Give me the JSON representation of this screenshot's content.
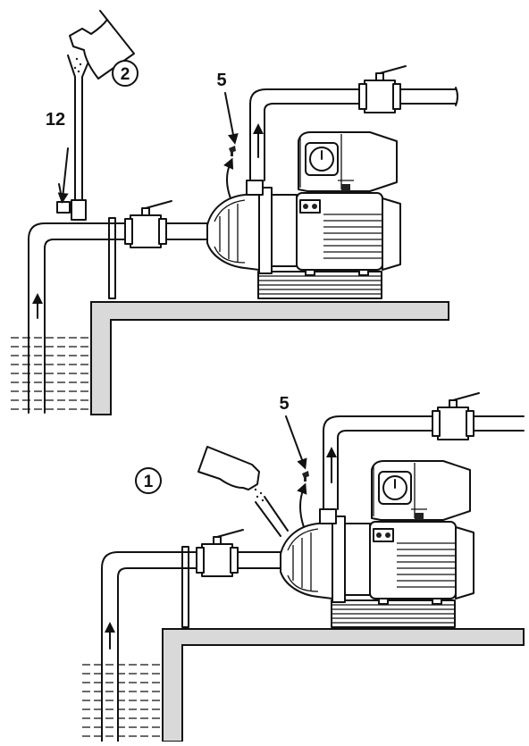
{
  "labels": {
    "step_top": "2",
    "step_bottom": "1",
    "vent_top": "5",
    "vent_bottom": "5",
    "valve_top": "12"
  },
  "colors": {
    "ink": "#111111",
    "ledge": "#d9d9d9",
    "paper": "#ffffff"
  }
}
